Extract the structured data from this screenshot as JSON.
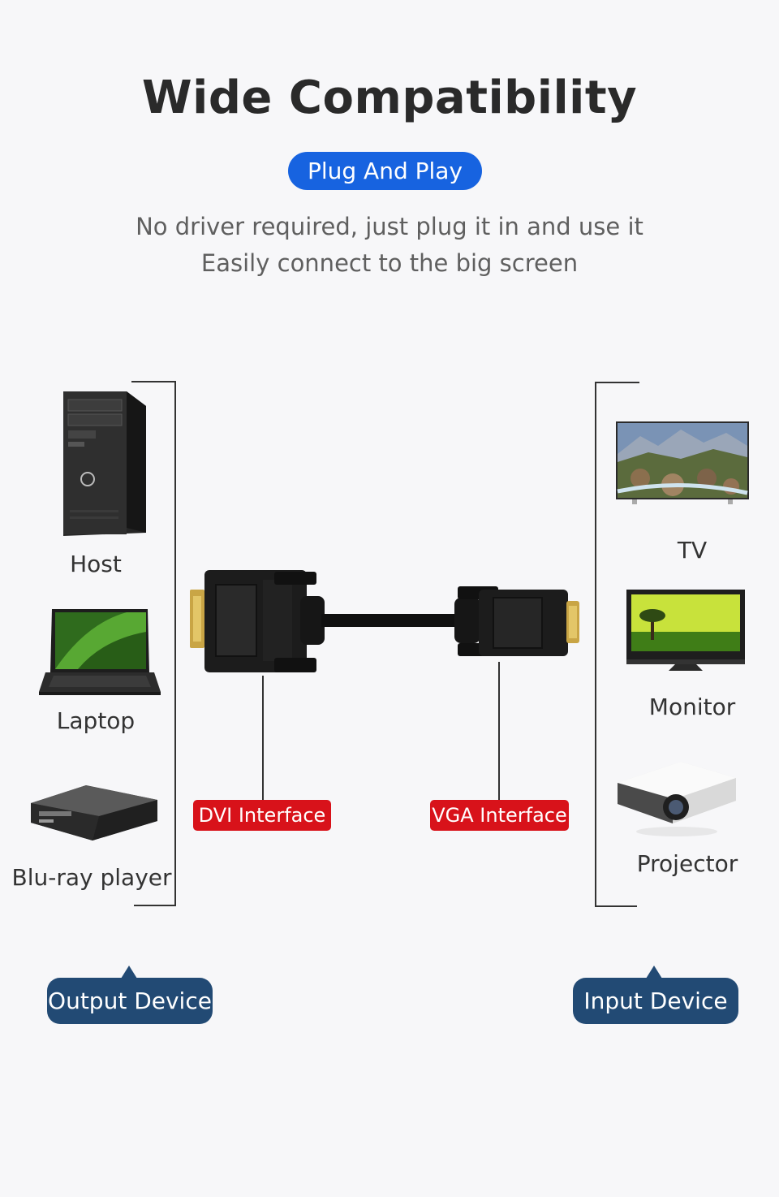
{
  "header": {
    "title": "Wide Compatibility",
    "pill": "Plug And Play",
    "subtitle_1": "No driver required, just plug it in and use it",
    "subtitle_2": "Easily connect to the big screen"
  },
  "output_devices": [
    {
      "label": "Host",
      "icon": "desktop-tower-icon"
    },
    {
      "label": "Laptop",
      "icon": "laptop-icon"
    },
    {
      "label": "Blu-ray player",
      "icon": "bluray-player-icon"
    }
  ],
  "input_devices": [
    {
      "label": "TV",
      "icon": "tv-icon"
    },
    {
      "label": "Monitor",
      "icon": "monitor-icon"
    },
    {
      "label": "Projector",
      "icon": "projector-icon"
    }
  ],
  "interfaces": {
    "dvi": "DVI Interface",
    "vga": "VGA Interface"
  },
  "badges": {
    "output": "Output Device",
    "input": "Input Device"
  },
  "colors": {
    "accent_blue": "#1763e0",
    "interface_red": "#d8121a",
    "badge_navy": "#224a74",
    "background": "#f7f7f9"
  }
}
